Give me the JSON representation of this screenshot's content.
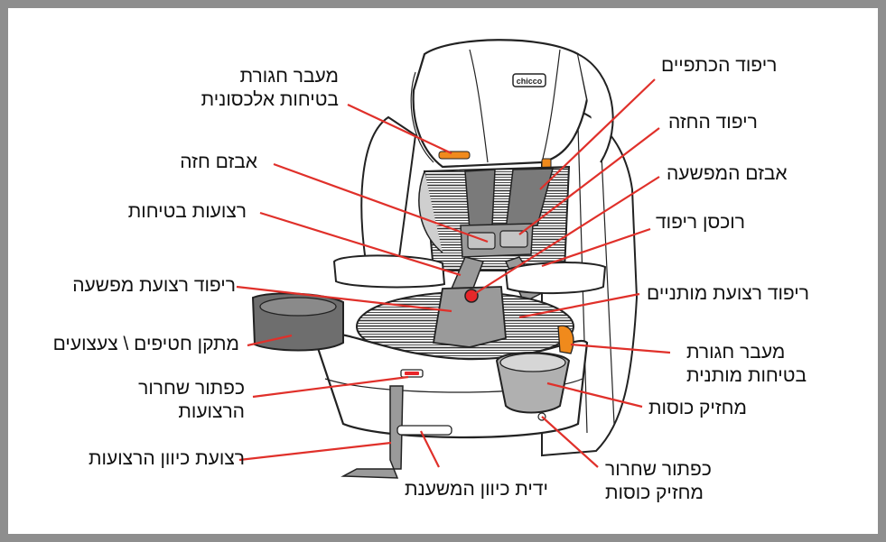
{
  "colors": {
    "leader_line": "#e0302a",
    "frame": "#8e8e8e",
    "outline": "#222222",
    "accent_orange": "#f08a1c",
    "accent_red": "#e8262a"
  },
  "labels": {
    "shoulder_belt_guide": {
      "line1": "מעבר חגורת",
      "line2": "בטיחות אלכסונית"
    },
    "chest_clip": "אבזם חזה",
    "harness_straps": "רצועות בטיחות",
    "crotch_strap_pad": "ריפוד רצועת מפשעה",
    "snack_cup_holder": "מתקן חטיפים \\ צעצועים",
    "harness_release_button": {
      "line1": "כפתור שחרור",
      "line2": "הרצועות"
    },
    "harness_adjust_strap": "רצועת כיוון הרצועות",
    "recline_handle": "ידית כיוון המשענת",
    "shoulder_pads": "ריפוד הכתפיים",
    "chest_pads": "ריפוד החזה",
    "buckle": "אבזם המפשעה",
    "padding_zipper": "רוכסן ריפוד",
    "hip_strap_pads": "ריפוד רצועת מותניים",
    "lap_belt_guide": {
      "line1": "מעבר חגורת",
      "line2": "בטיחות מותנית"
    },
    "cup_holder": "מחזיק כוסות",
    "cup_holder_release": {
      "line1": "כפתור שחרור",
      "line2": "מחזיק כוסות"
    }
  },
  "brand_badge": "chicco"
}
